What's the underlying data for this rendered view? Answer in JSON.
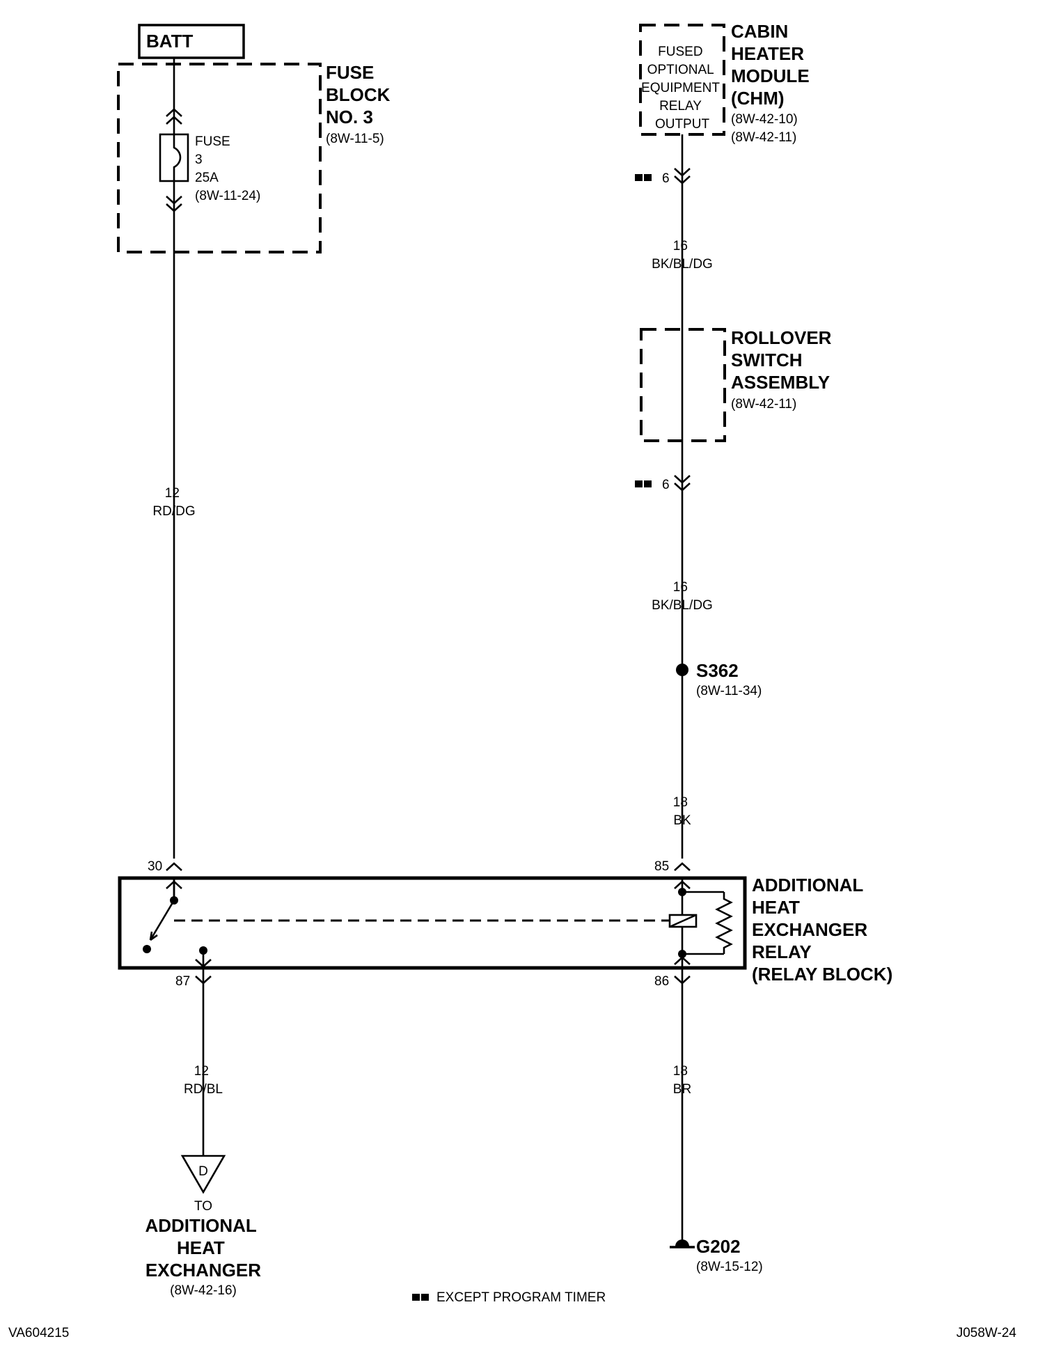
{
  "batt": {
    "label": "BATT"
  },
  "fuse_block": {
    "title_lines": [
      "FUSE",
      "BLOCK",
      "NO. 3"
    ],
    "ref": "(8W-11-5)",
    "fuse": {
      "lines": [
        "FUSE",
        "3",
        "25A",
        "(8W-11-24)"
      ]
    }
  },
  "chm": {
    "title_lines": [
      "CABIN",
      "HEATER",
      "MODULE",
      "(CHM)"
    ],
    "refs": [
      "(8W-42-10)",
      "(8W-42-11)"
    ],
    "output_lines": [
      "FUSED",
      "OPTIONAL",
      "EQUIPMENT",
      "RELAY",
      "OUTPUT"
    ],
    "pin": "6"
  },
  "rollover": {
    "title_lines": [
      "ROLLOVER",
      "SWITCH",
      "ASSEMBLY"
    ],
    "ref": "(8W-42-11)",
    "pin": "6"
  },
  "wires": {
    "batt_feed": {
      "gauge": "12",
      "color": "RD/DG"
    },
    "chm_to_rollover": {
      "gauge": "16",
      "color": "BK/BL/DG"
    },
    "rollover_to_splice": {
      "gauge": "16",
      "color": "BK/BL/DG"
    },
    "splice_to_relay": {
      "gauge": "18",
      "color": "BK"
    },
    "relay_to_heat_exchanger": {
      "gauge": "12",
      "color": "RD/BL"
    },
    "relay_to_ground": {
      "gauge": "18",
      "color": "BR"
    }
  },
  "splice": {
    "id": "S362",
    "ref": "(8W-11-34)"
  },
  "relay": {
    "title_lines": [
      "ADDITIONAL",
      "HEAT",
      "EXCHANGER",
      "RELAY",
      "(RELAY BLOCK)"
    ],
    "pins": {
      "p30": "30",
      "p85": "85",
      "p87": "87",
      "p86": "86"
    }
  },
  "heat_exchanger": {
    "connector": "D",
    "to": "TO",
    "title_lines": [
      "ADDITIONAL",
      "HEAT",
      "EXCHANGER"
    ],
    "ref": "(8W-42-16)"
  },
  "ground": {
    "id": "G202",
    "ref": "(8W-15-12)"
  },
  "legend": {
    "text": "EXCEPT PROGRAM TIMER"
  },
  "footer": {
    "left": "VA604215",
    "right": "J058W-24"
  }
}
